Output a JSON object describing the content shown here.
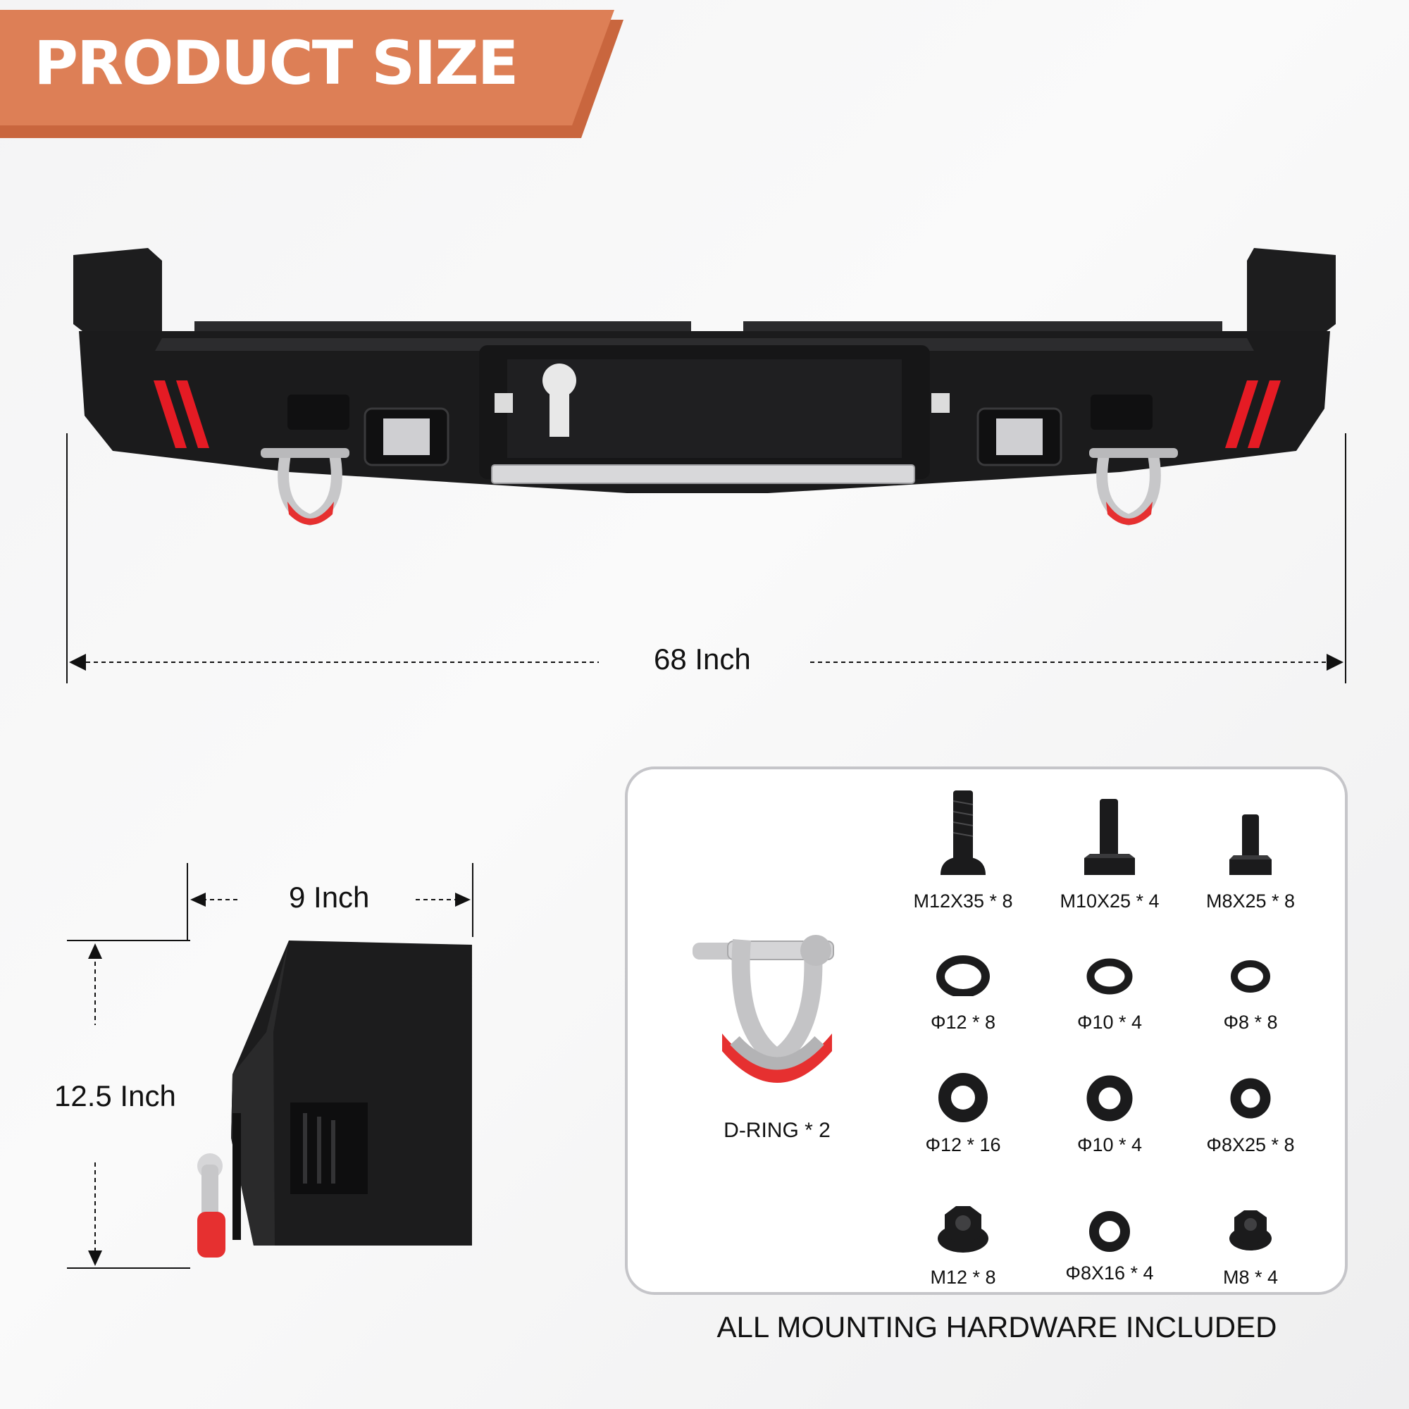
{
  "header": {
    "title": "PRODUCT SIZE",
    "accent_color": "#dd7f56"
  },
  "dimensions": {
    "width_label": "68 Inch",
    "depth_label": "9 Inch",
    "height_label": "12.5 Inch"
  },
  "hardware": {
    "d_ring": {
      "label": "D-RING * 2",
      "icon": "d-ring-shackle-icon"
    },
    "items": [
      {
        "label": "M12X35 * 8",
        "icon": "button-head-bolt-icon"
      },
      {
        "label": "M10X25 * 4",
        "icon": "hex-bolt-icon"
      },
      {
        "label": "M8X25 * 8",
        "icon": "hex-bolt-icon"
      },
      {
        "label": "Φ12 * 8",
        "icon": "split-lock-washer-icon"
      },
      {
        "label": "Φ10 * 4",
        "icon": "split-lock-washer-icon"
      },
      {
        "label": "Φ8 * 8",
        "icon": "split-lock-washer-icon"
      },
      {
        "label": "Φ12 * 16",
        "icon": "flat-washer-icon"
      },
      {
        "label": "Φ10 * 4",
        "icon": "flat-washer-icon"
      },
      {
        "label": "Φ8X25 * 8",
        "icon": "flat-washer-icon"
      },
      {
        "label": "M12 * 8",
        "icon": "flange-nut-icon"
      },
      {
        "label": "Φ8X16 * 4",
        "icon": "flat-washer-icon"
      },
      {
        "label": "M8 * 4",
        "icon": "flange-nut-icon"
      }
    ]
  },
  "footer_note": "ALL MOUNTING HARDWARE INCLUDED",
  "colors": {
    "bumper": "#1b1b1c",
    "reflector": "#e51b24",
    "shackle_red": "#e63030",
    "panel_border": "#c5c5c9"
  }
}
